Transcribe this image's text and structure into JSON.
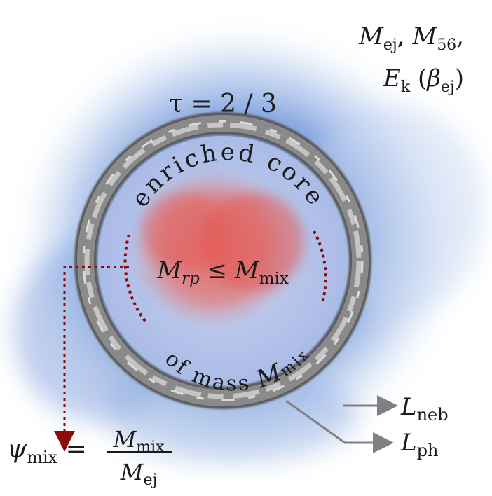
{
  "params": {
    "line1": {
      "m": "M",
      "ej": "ej",
      "sep": ", ",
      "m2": "M",
      "n56": "56",
      "tail": ","
    },
    "line2": {
      "e": "E",
      "k": "k",
      "open": " (",
      "beta": "β",
      "ej": "ej",
      "close": ")"
    }
  },
  "photosphere_label": "τ = 2 / 3",
  "core_top_label": "enriched core",
  "core_bottom_label": {
    "text": "of mass ",
    "m": "M",
    "sub": "mix"
  },
  "inner_label": {
    "m": "M",
    "rp": "rp",
    "leq": " ≤ ",
    "m2": "M",
    "mix": "mix"
  },
  "psi": {
    "psi": "ψ",
    "mix": "mix",
    "eq": " =",
    "num_m": "M",
    "num_sub": "mix",
    "den_m": "M",
    "den_sub": "ej"
  },
  "outputs": {
    "neb": {
      "l": "L",
      "sub": "neb"
    },
    "ph": {
      "l": "L",
      "sub": "ph"
    }
  },
  "colors": {
    "ejecta_blue": "#3f6cc4",
    "photosphere_gray": "#8a8a8a",
    "core_red": "#e0605a",
    "dashed_red": "#8b0a0a",
    "arrow_gray": "#808080"
  }
}
